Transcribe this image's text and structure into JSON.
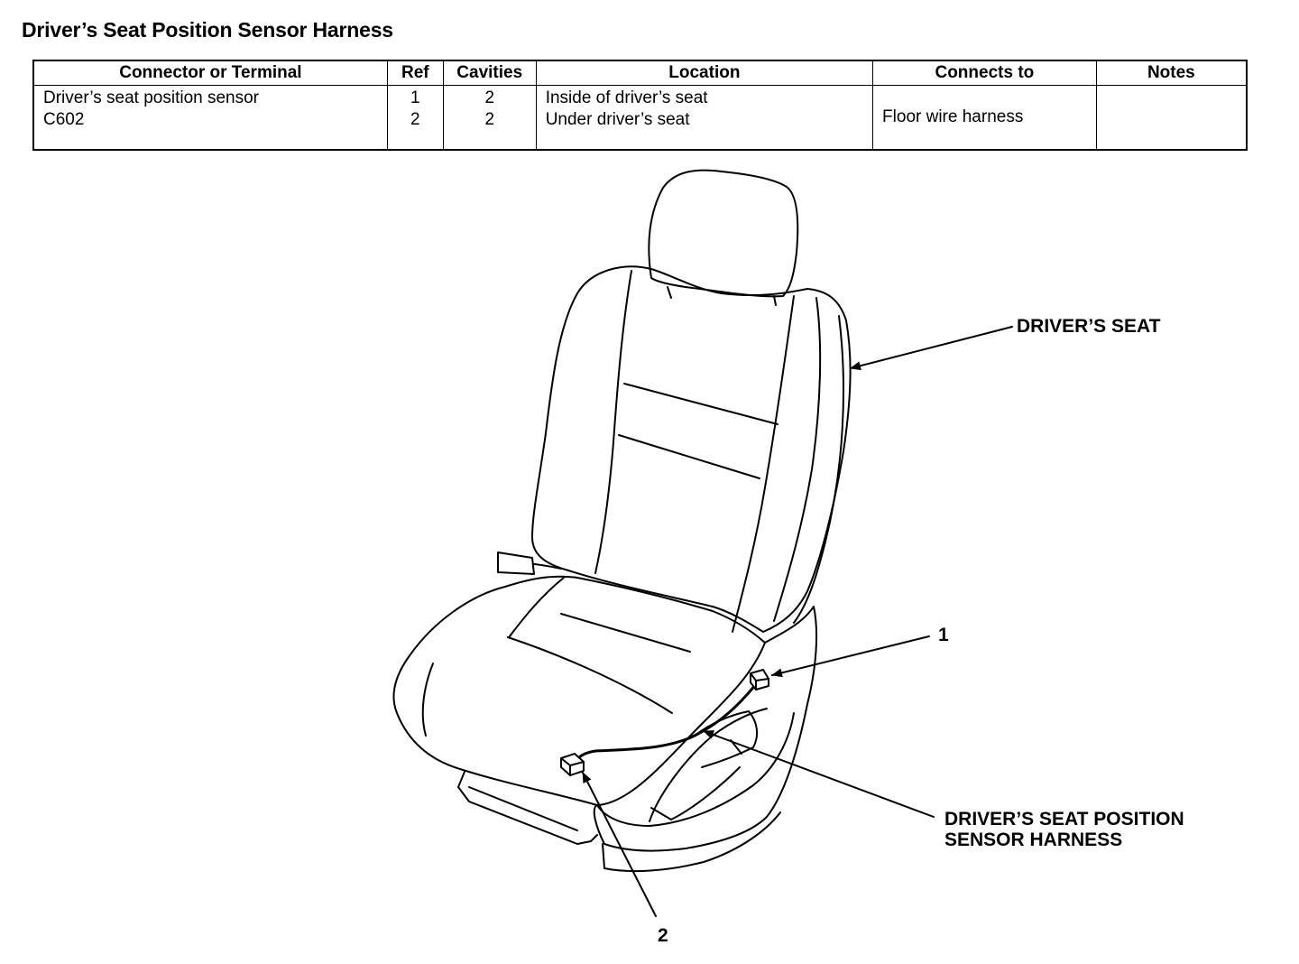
{
  "page": {
    "title": "Driver’s Seat Position Sensor Harness"
  },
  "table": {
    "headers": [
      "Connector or Terminal",
      "Ref",
      "Cavities",
      "Location",
      "Connects to",
      "Notes"
    ],
    "row": {
      "connector": [
        "Driver’s seat position sensor",
        "C602"
      ],
      "ref": [
        "1",
        "2"
      ],
      "cavities": [
        "2",
        "2"
      ],
      "location": [
        "Inside of driver’s seat",
        "Under driver’s seat"
      ],
      "connects_to": "Floor wire harness",
      "notes": ""
    }
  },
  "diagram": {
    "callouts": {
      "drivers_seat": "DRIVER’S SEAT",
      "ref_1": "1",
      "ref_2": "2",
      "harness_line1": "DRIVER’S SEAT POSITION",
      "harness_line2": "SENSOR HARNESS"
    }
  }
}
